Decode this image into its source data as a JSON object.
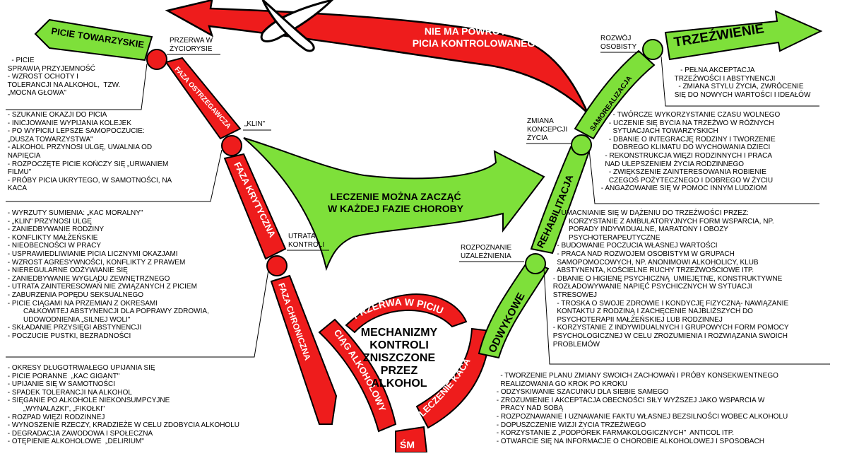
{
  "colors": {
    "red": "#ee1c1c",
    "green": "#7ee03a",
    "black": "#000000"
  },
  "top_arrow": "NIE MA POWROTU DO\nPICIA KONTROLOWANEGO",
  "middle_arrow": "LECZENIE MOŻNA ZACZĄĆ\nW KAŻDEJ FAZIE CHOROBY",
  "center_title": "MECHANIZMY\nKONTROLI\nZNISZCZONE\nPRZEZ\nALKOHOL",
  "left_labels": {
    "picie_towarzyskie": "PICIE TOWARZYSKIE",
    "faza_ostrzegawcza": "FAZA OSTRZEGAWCZA",
    "faza_krytyczna": "FAZA KRYTYCZNA",
    "faza_chroniczna": "FAZA CHRONICZNA",
    "ciag_alkoholowy": "CIĄG ALKOHOLOWY",
    "przerwa_w_piciu": "PRZERWA W PICIU",
    "leczenie_kaca": "LECZENIE KACA",
    "bottom": "ŚM"
  },
  "right_labels": {
    "trzezwienie": "TRZEŹWIENIE",
    "samorealizacja": "SAMOREALIZACJA",
    "rehabilitacja": "REHABILITACJA",
    "odwykowe": "ODWYKOWE"
  },
  "captions": {
    "przerwa_w_zyciorysie": "PRZERWA W\nŻYCIORYSIE",
    "klin": "„KLIN\"",
    "utrata_kontroli": "UTRATA\nKONTROLI",
    "rozwoj_osobisty": "ROZWÓJ\nOSOBISTY",
    "zmiana_koncepcji": "ZMIANA\nKONCEPCJI\nŻYCIA",
    "rozpoznanie": "ROZPOZNANIE\nUZALEŻNIENIA"
  },
  "left_notes": {
    "note1": "   - PICIE\n SPRAWIĄ PRZYJEMNOŚĆ\n - WZROST OCHOTY I\n TOLERANCJI NA ALKOHOL,  TZW.\n „MOCNA GŁOWA\"",
    "note2": " - SZUKANIE OKAZJI DO PICIA\n - INICJOWANIE WYPIJANIA KOLEJEK\n - PO WYPICIU LEPSZE SAMOPOCZUCIE:\n „DUSZA TOWARZYSTWA\"\n - ALKOHOL PRZYNOSI ULGĘ, UWALNIA OD\n NAPIĘCIA\n - ROZPOCZĘTE PICIE KOŃCZY SIĘ „URWANIEM\n FILMU\"\n - PRÓBY PICIA UKRYTEGO, W SAMOTNOŚCI, NA\n KACA",
    "note3": " - WYRZUTY SUMIENIA: „KAC MORALNY\"\n - „KLIN\" PRZYNOSI ULGĘ\n - ZANIEDBYWANIE RODZINY\n - KONFLIKTY MAŁŻEŃSKIE\n - NIEOBECNOŚCI W PRACY\n - USPRAWIEDLIWIANIE PICIA LICZNYMI OKAZJAMI\n - WZROST AGRESYWNOŚCI, KONFLIKTY Z PRAWEM\n - NIEREGULARNE ODŻYWIANIE SIĘ\n - ZANIEDBYWANIE WYGLĄDU ZEWNĘTRZNEGO\n - UTRATA ZAINTERESOWAŃ NIE ZWIĄZANYCH Z PICIEM\n - ZABURZENIA POPĘDU SEKSUALNEGO\n - PICIE CIĄGAMI NA PRZEMIAN Z OKRESAMI\n         CAŁKOWITEJ ABSTYNENCJI DLA POPRAWY ZDROWIA,\n         UDOWODNIENIA „SILNEJ WOLI\"\n - SKŁADANIE PRZYSIĘGI ABSTYNENCJI\n - POCZUCIE PUSTKI, BEZRADNOŚCI",
    "note4": " - OKRESY DŁUGOTRWAŁEGO UPIJANIA SIĘ\n - PICIE PORANNE  „KAC GIGANT\"\n - UPIJANIE SIĘ W SAMOTNOŚCI\n - SPADEK TOLERANCJI NA ALKOHOL\n - SIĘGANIE PO ALKOHOLE NIEKONSUMPCYJNE\n         „WYNALAZKI\", „FIKOŁKI\"\n - ROZPAD WIĘZI RODZINNEJ\n - WYNOSZENIE RZECZY, KRADZIEŻE W CELU ZDOBYCIA ALKOHOLU\n - DEGRADACJA ZAWODOWA I SPOŁECZNA\n - OTĘPIENIE ALKOHOLOWE  „DELIRIUM\""
  },
  "right_notes": {
    "note1": "    - PEŁNA AKCEPTACJA\n TRZEŹWOŚCI I ABSTYNENCJI\n   - ZMIANA STYLU ŻYCIA, ZWRÓCENIE\n SIĘ DO NOWYCH WARTOŚCI I IDEAŁÓW",
    "note2": "       - TWÓRCZE WYKORZYSTANIE CZASU WOLNEGO\n     - UCZENIE SIĘ BYCIA NA TRZEŹWO W RÓŻNYCH\n       SYTUACJACH TOWARZYSKICH\n     - DBANIE O INTEGRACJĘ RODZINY I TWORZENIE\n       DOBREGO KLIMATU DO WYCHOWANIA DZIECI\n   - REKONSTRUKCJA WIĘZI RODZINNYCH I PRACA\n   NAD ULEPSZENIEM ŻYCIA RODZINNEGO\n     - ZWIĘKSZENIE ZAINTERESOWANIA ROBIENIE\n     CZEGOŚ POŻYTECZNEGO I DOBREGO W ŻYCIU\n - ANGAŻOWANIE SIĘ W POMOC INNYM LUDZIOM",
    "note3": "   - UMACNIANIE SIĘ W DĄŻENIU DO TRZEŹWOŚCI PRZEZ:\n         KORZYSTANIE Z AMBULATORYJNYCH FORM WSPARCIA, NP.\n         PORADY INDYWIDUALNE, MARATONY I OBOZY\n         PSYCHOTERAPEUTYCZNE\n   - BUDOWANIE POCZUCIA WŁASNEJ WARTOŚCI\n   - PRACA NAD ROZWOJEM OSOBISTYM W GRUPACH\n   SAMOPOMOCOWYCH, NP. ANONIMOWI ALKOHOLICY, KLUB\n   ABSTYNENTA, KOŚCIELNE RUCHY TRZEŹWOŚCIOWE ITP.\n - DBANIE O HIGIENĘ PSYCHICZNĄ  UMIEJĘTNE, KONSTRUKTYWNE\n ROZŁADOWYWANIE NAPIĘĆ PSYCHICZNYCH W SYTUACJI\n STRESOWEJ\n   - TROSKA O SWOJE ZDROWIE I KONDYCJĘ FIZYCZNĄ- NAWIĄZANIE\n   KONTAKTU Z RODZINĄ I ZACHĘCENIE NAJBLIŻSZYCH DO\n   PSYCHOTERAPII MAŁŻEŃSKIEJ LUB RODZINNEJ\n - KORZYSTANIE Z INDYWIDUALNYCH I GRUPOWYCH FORM POMOCY\n PSYCHOLOGICZNEJ W CELU ZROZUMIENIA I ROZWIĄZANIA SWOICH\n PROBLEMÓW",
    "note4": "   - TWORZENIE PLANU ZMIANY SWOICH ZACHOWAŃ I PRÓBY KONSEKWENTNEGO\n   REALIZOWANIA GO KROK PO KROKU\n - ODZYSKIWANIE SZACUNKU DLA SIEBIE SAMEGO\n - ZROZUMIENIE I AKCEPTACJA OBECNOŚCI SIŁY WYŻSZEJ JAKO WSPARCIA W\n   PRACY NAD SOBĄ\n - ROZPOZNAWANIE I UZNAWANIE FAKTU WŁASNEJ BEZSILNOŚCI WOBEC ALKOHOLU\n - DOPUSZCZENIE WIZJI ŻYCIA TRZEŹWEGO\n - KORZYSTANIE Z „PODPÓREK FARMAKOLOGICZNYCH\"  ANTICOL ITP.\n - OTWARCIE SIĘ NA INFORMACJE O CHOROBIE ALKOHOLOWEJ I SPOSOBACH"
  }
}
